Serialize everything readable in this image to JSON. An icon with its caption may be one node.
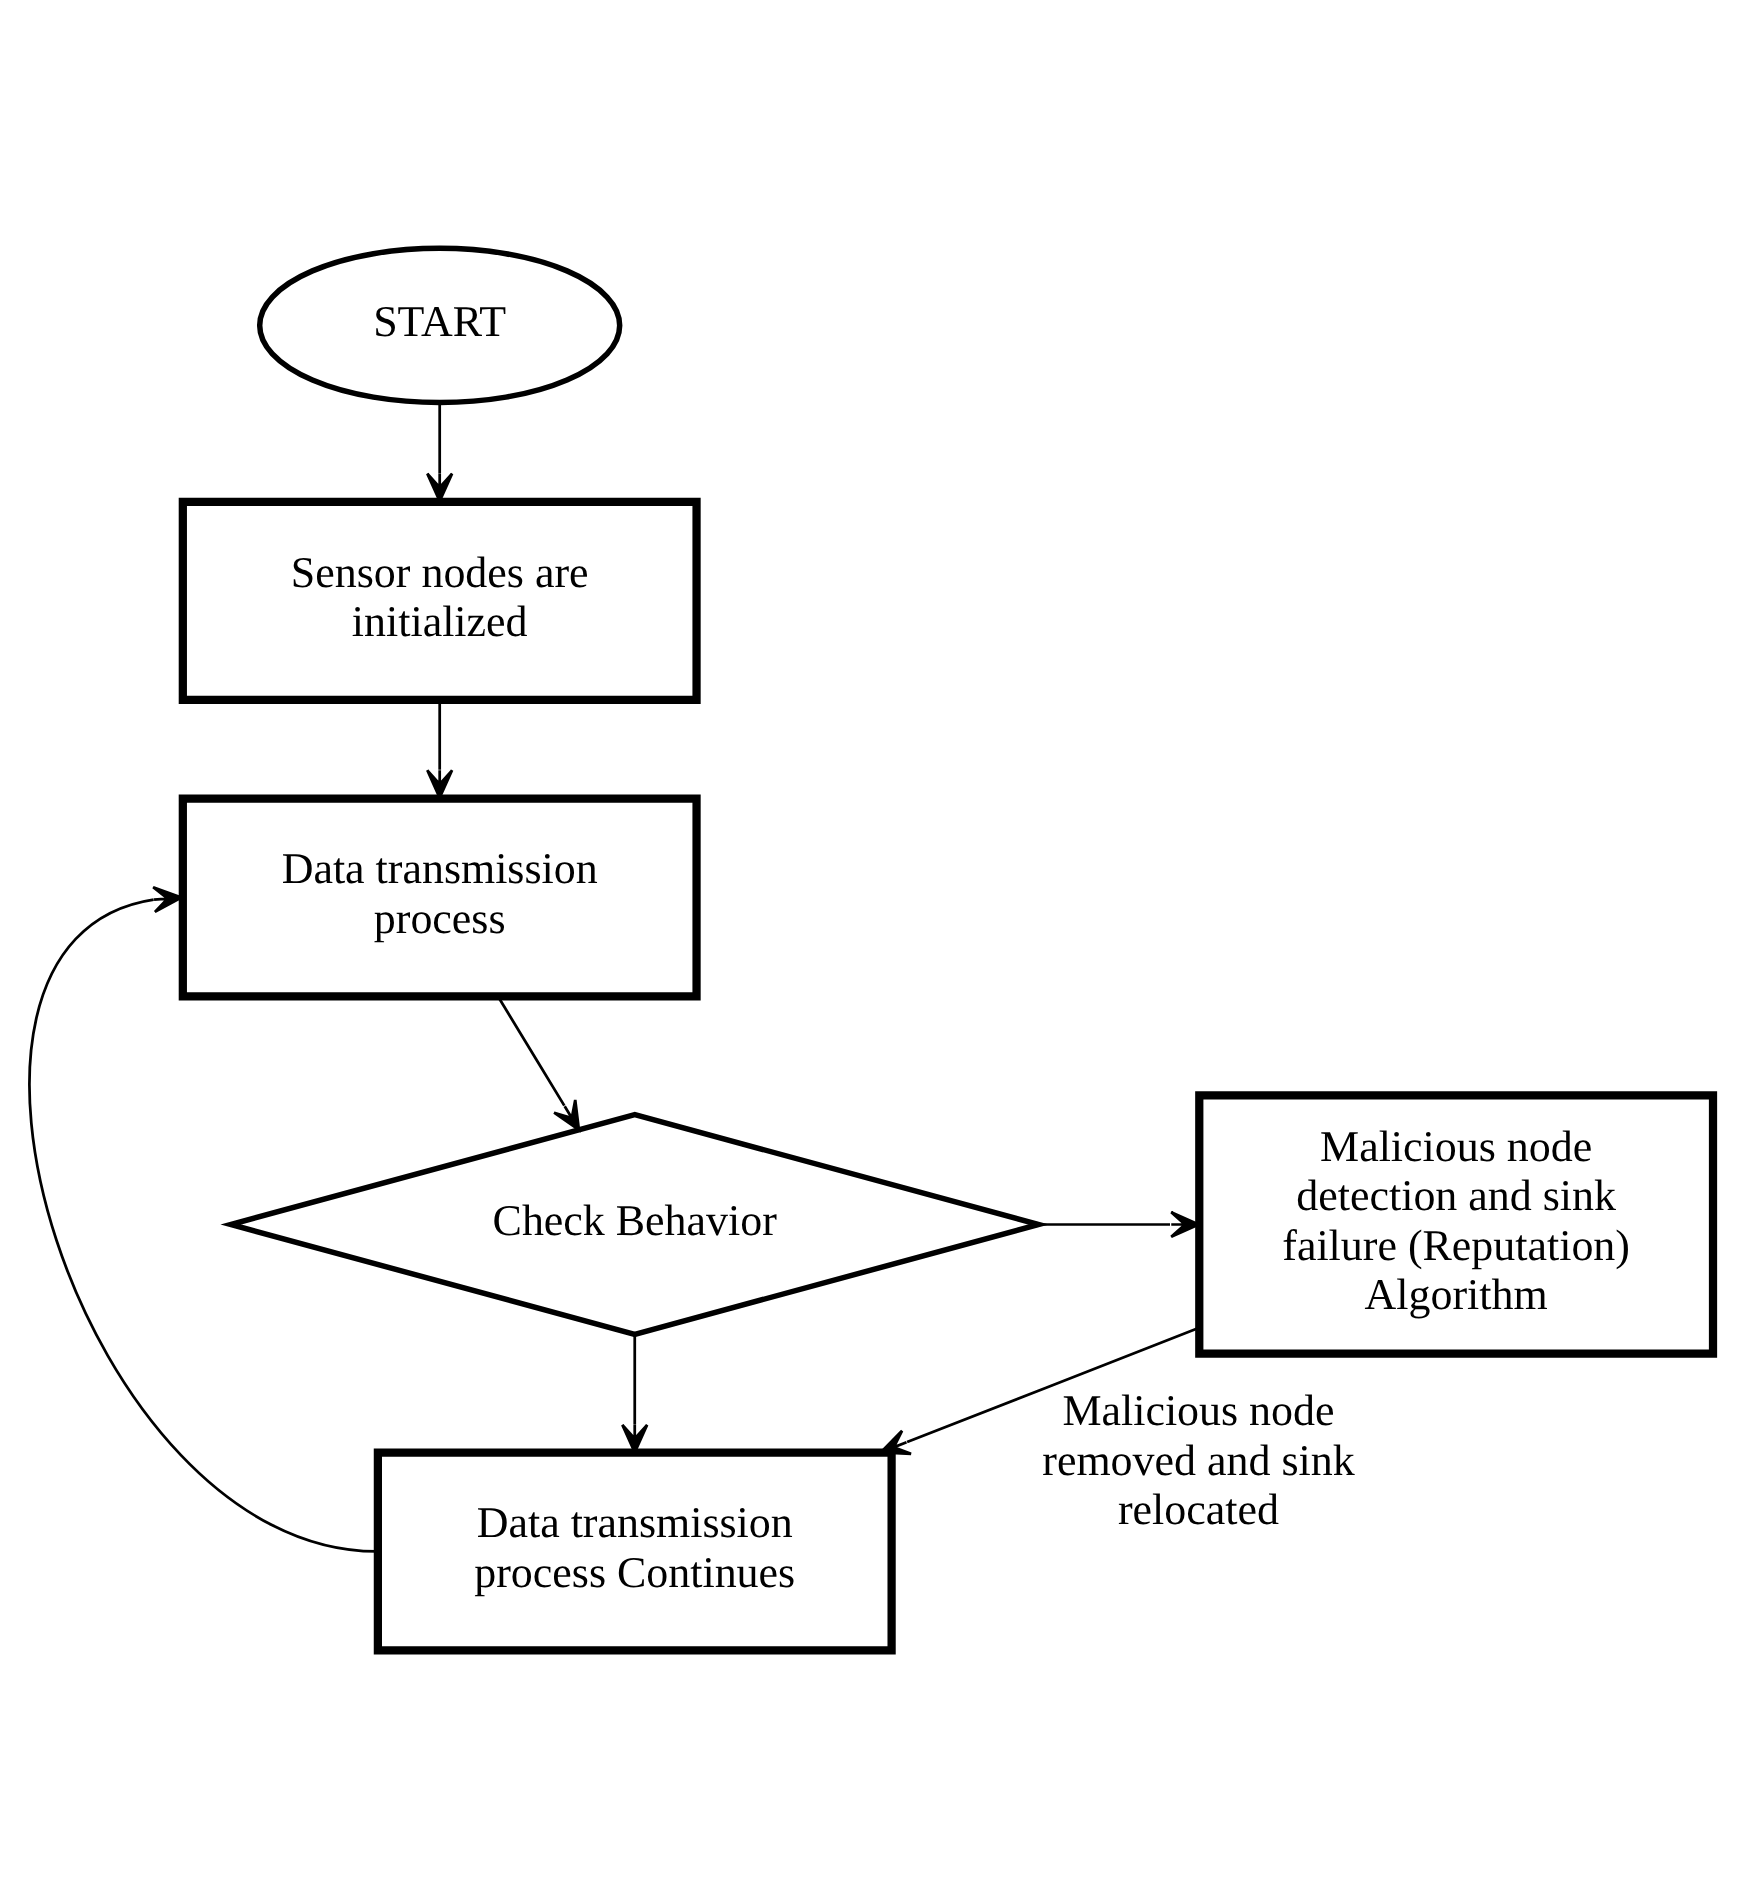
{
  "diagram": {
    "nodes": [
      {
        "text": [
          "START"
        ]
      },
      {
        "text": [
          "Sensor nodes are initialized"
        ]
      },
      {
        "text": [
          "Data transmission process"
        ]
      },
      {
        "text": [
          "Check Behavior"
        ]
      },
      {
        "text": [
          "Malicious node detection and sink failure (Reputation)",
          "Algorithm"
        ]
      },
      {
        "text": [
          "Data transmission process Continues"
        ]
      }
    ],
    "edges": [
      {
        "from": 0,
        "to": 1,
        "arrow": "to"
      },
      {
        "from": 1,
        "to": 2,
        "arrow": "to"
      },
      {
        "from": 2,
        "to": 3,
        "arrow": "to"
      },
      {
        "from": 3,
        "to": 4,
        "arrow": "to"
      },
      {
        "from": 3,
        "to": 5,
        "arrow": "to"
      },
      {
        "from": 4,
        "to": 5,
        "arrow": "to",
        "label": "Malicious node removed and sink relocated"
      },
      {
        "from": 5,
        "to": 2,
        "arrow": "to"
      }
    ]
  }
}
